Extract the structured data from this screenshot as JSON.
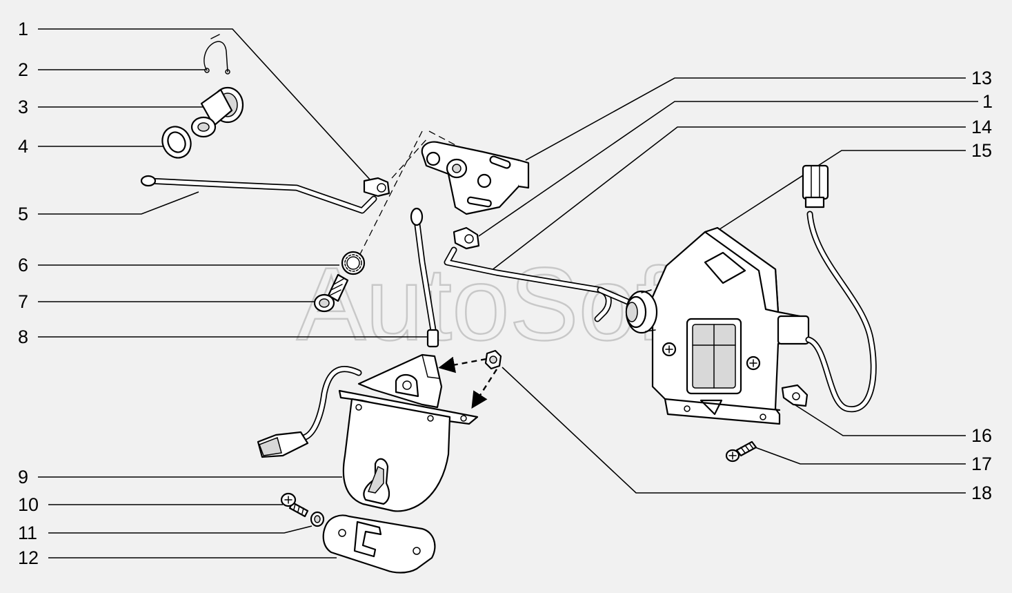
{
  "watermark": "AutoSoft",
  "callouts_left": [
    "1",
    "2",
    "3",
    "4",
    "5",
    "6",
    "7",
    "8",
    "9",
    "10",
    "11",
    "12"
  ],
  "callouts_right": [
    "13",
    "1",
    "14",
    "15",
    "16",
    "17",
    "18"
  ],
  "colors": {
    "background": "#f1f1f1",
    "line": "#000000",
    "watermark": "#c8c8c8"
  }
}
